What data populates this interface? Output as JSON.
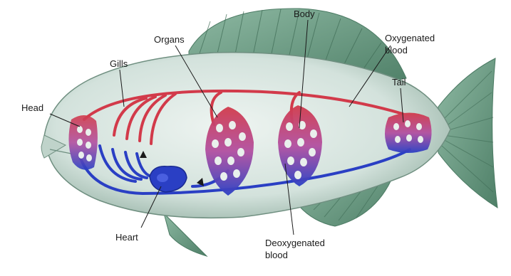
{
  "labels": {
    "head": "Head",
    "gills": "Gills",
    "organs": "Organs",
    "body": "Body",
    "oxygenated_line1": "Oxygenated",
    "oxygenated_line2": "blood",
    "tail": "Tail",
    "heart": "Heart",
    "deoxygenated_line1": "Deoxygenated",
    "deoxygenated_line2": "blood"
  },
  "colors": {
    "oxygenated": "#d23a4a",
    "deoxygenated": "#2a3fc4",
    "fish_body": "#d7e4df",
    "fin": "#6f9d87"
  }
}
